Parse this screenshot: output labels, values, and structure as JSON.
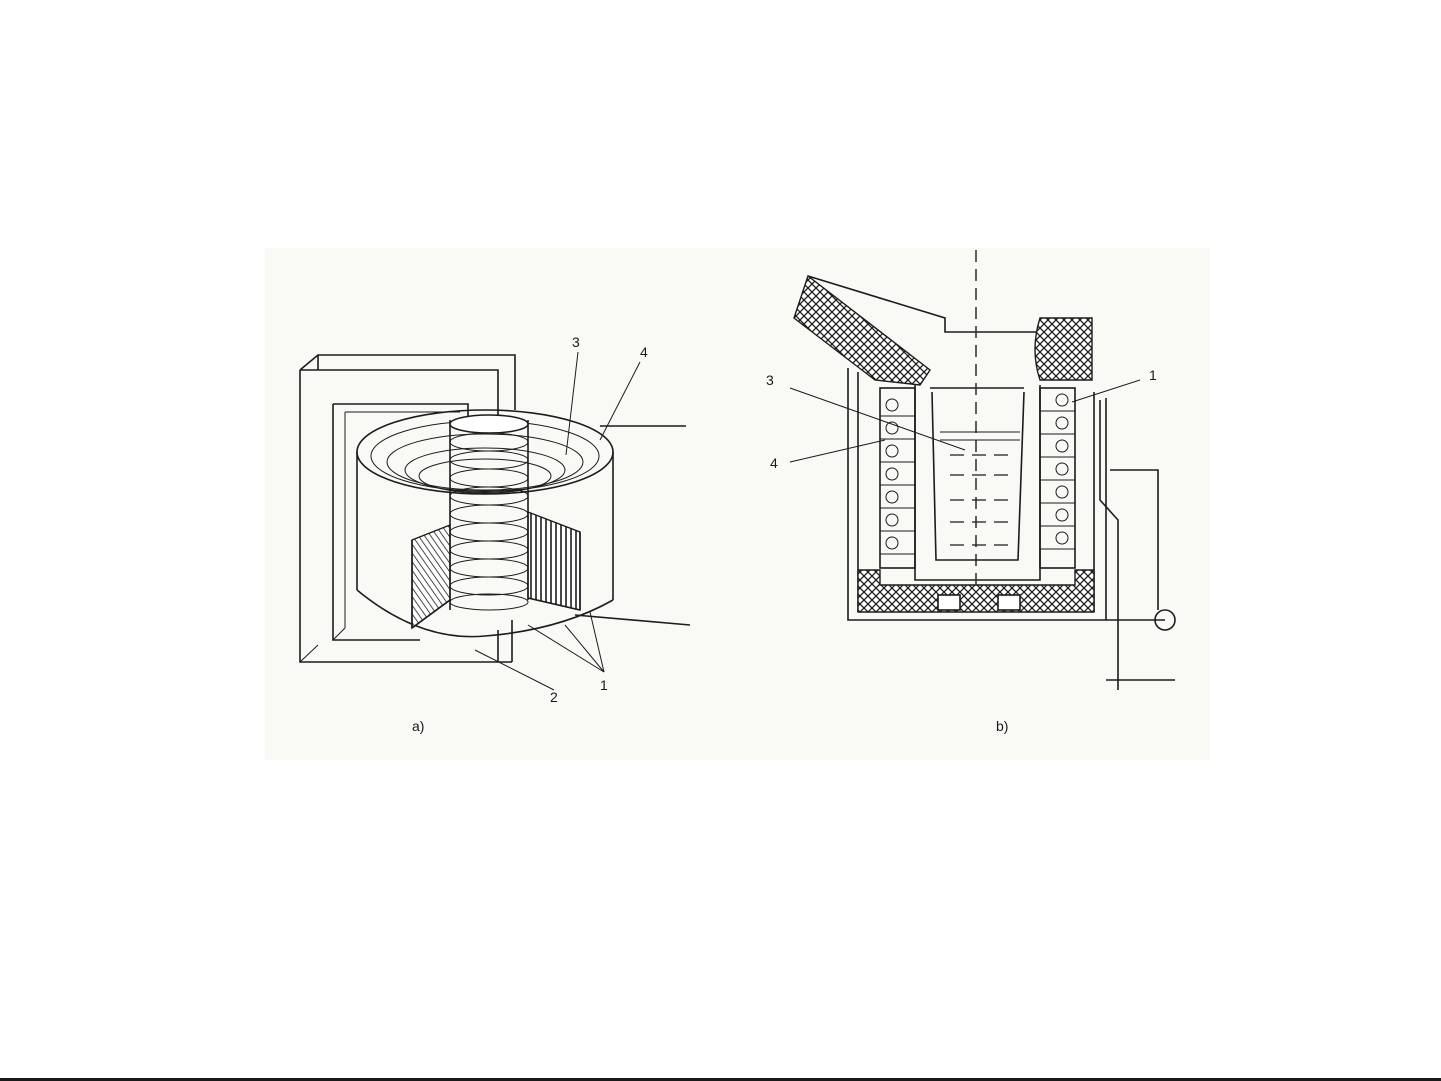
{
  "figure_a": {
    "caption": "a)",
    "labels": {
      "l1": "1",
      "l2": "2",
      "l3": "3",
      "l4": "4"
    }
  },
  "figure_b": {
    "caption": "b)",
    "labels": {
      "l1": "1",
      "l3": "3",
      "l4": "4"
    }
  }
}
